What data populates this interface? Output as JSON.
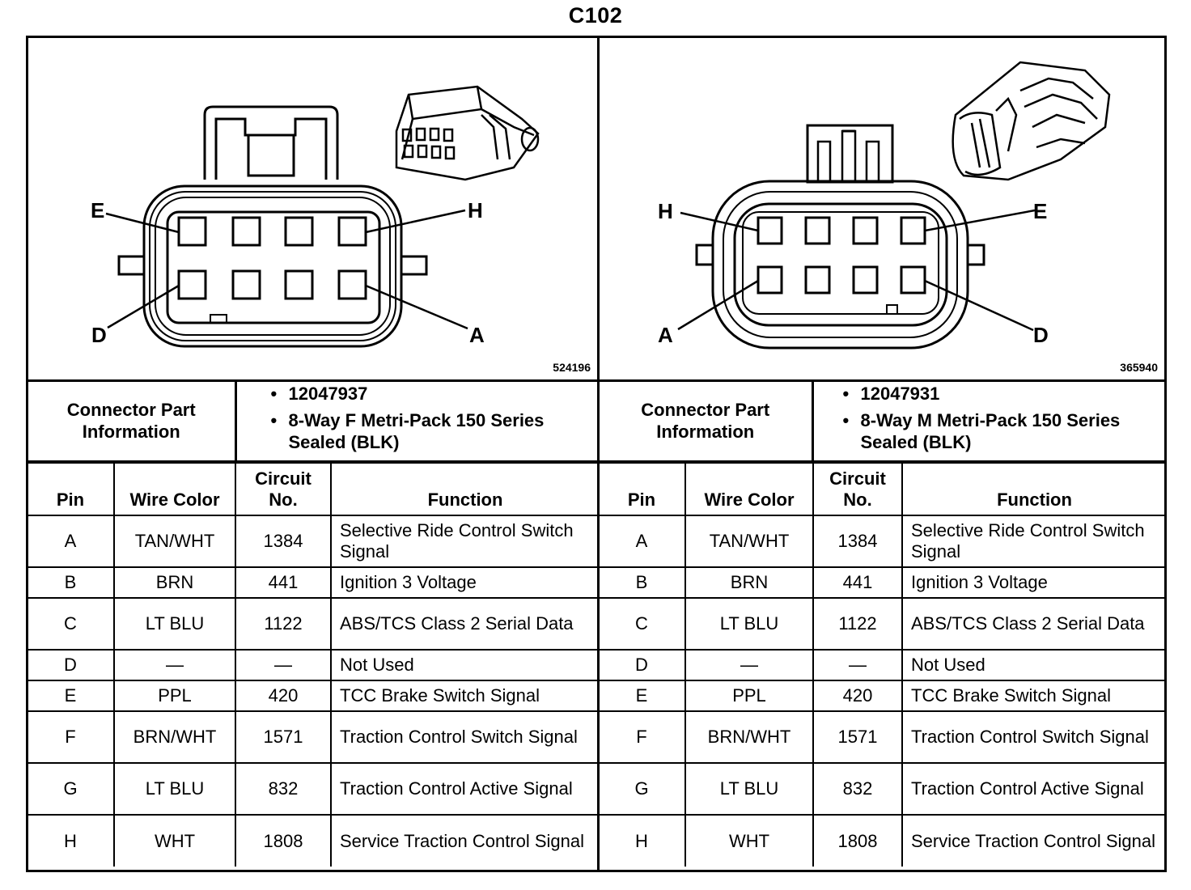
{
  "title": "C102",
  "left": {
    "figure_id": "524196",
    "pin_labels": {
      "E": "E",
      "H": "H",
      "D": "D",
      "A": "A"
    },
    "connector_info_label": "Connector Part Information",
    "part_info": [
      "12047937",
      "8-Way F Metri-Pack 150 Series Sealed (BLK)"
    ],
    "headers": {
      "pin": "Pin",
      "wire": "Wire Color",
      "circuit": "Circuit No.",
      "function": "Function"
    },
    "rows": [
      {
        "pin": "A",
        "wire": "TAN/WHT",
        "circuit": "1384",
        "function": "Selective Ride Control Switch Signal"
      },
      {
        "pin": "B",
        "wire": "BRN",
        "circuit": "441",
        "function": "Ignition 3 Voltage"
      },
      {
        "pin": "C",
        "wire": "LT BLU",
        "circuit": "1122",
        "function": "ABS/TCS Class 2 Serial Data"
      },
      {
        "pin": "D",
        "wire": "—",
        "circuit": "—",
        "function": "Not Used"
      },
      {
        "pin": "E",
        "wire": "PPL",
        "circuit": "420",
        "function": "TCC Brake Switch Signal"
      },
      {
        "pin": "F",
        "wire": "BRN/WHT",
        "circuit": "1571",
        "function": "Traction Control Switch Signal"
      },
      {
        "pin": "G",
        "wire": "LT BLU",
        "circuit": "832",
        "function": "Traction Control Active Signal"
      },
      {
        "pin": "H",
        "wire": "WHT",
        "circuit": "1808",
        "function": "Service Traction Control Signal"
      }
    ]
  },
  "right": {
    "figure_id": "365940",
    "pin_labels": {
      "H": "H",
      "E": "E",
      "A": "A",
      "D": "D"
    },
    "connector_info_label": "Connector Part Information",
    "part_info": [
      "12047931",
      "8-Way M Metri-Pack 150 Series Sealed (BLK)"
    ],
    "headers": {
      "pin": "Pin",
      "wire": "Wire Color",
      "circuit": "Circuit No.",
      "function": "Function"
    },
    "rows": [
      {
        "pin": "A",
        "wire": "TAN/WHT",
        "circuit": "1384",
        "function": "Selective Ride Control Switch Signal"
      },
      {
        "pin": "B",
        "wire": "BRN",
        "circuit": "441",
        "function": "Ignition 3 Voltage"
      },
      {
        "pin": "C",
        "wire": "LT BLU",
        "circuit": "1122",
        "function": "ABS/TCS Class 2 Serial Data"
      },
      {
        "pin": "D",
        "wire": "—",
        "circuit": "—",
        "function": "Not Used"
      },
      {
        "pin": "E",
        "wire": "PPL",
        "circuit": "420",
        "function": "TCC Brake Switch Signal"
      },
      {
        "pin": "F",
        "wire": "BRN/WHT",
        "circuit": "1571",
        "function": "Traction Control Switch Signal"
      },
      {
        "pin": "G",
        "wire": "LT BLU",
        "circuit": "832",
        "function": "Traction Control Active Signal"
      },
      {
        "pin": "H",
        "wire": "WHT",
        "circuit": "1808",
        "function": "Service Traction Control Signal"
      }
    ]
  }
}
